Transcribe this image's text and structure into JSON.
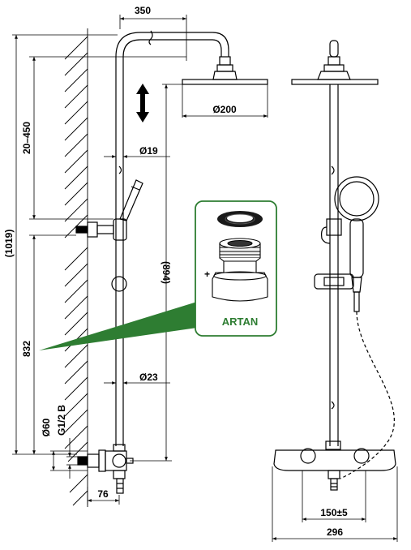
{
  "dimensions": {
    "arm_projection": "350",
    "height_range": "20–450",
    "head_diameter": "Ø200",
    "upper_pipe_diameter": "Ø19",
    "overall_height": "(1019)",
    "rail_height": "(894)",
    "lower_height": "832",
    "lower_pipe_diameter": "Ø23",
    "flange_diameter": "Ø60",
    "thread_spec": "G1/2 B",
    "wall_offset": "76",
    "inlet_spacing": "150±5",
    "mixer_width": "296"
  },
  "callout": {
    "brand": "ARTAN",
    "plus_sign": "+"
  },
  "colors": {
    "line": "#000000",
    "callout_border": "#2e7d32",
    "callout_fill": "#2e7d32"
  }
}
